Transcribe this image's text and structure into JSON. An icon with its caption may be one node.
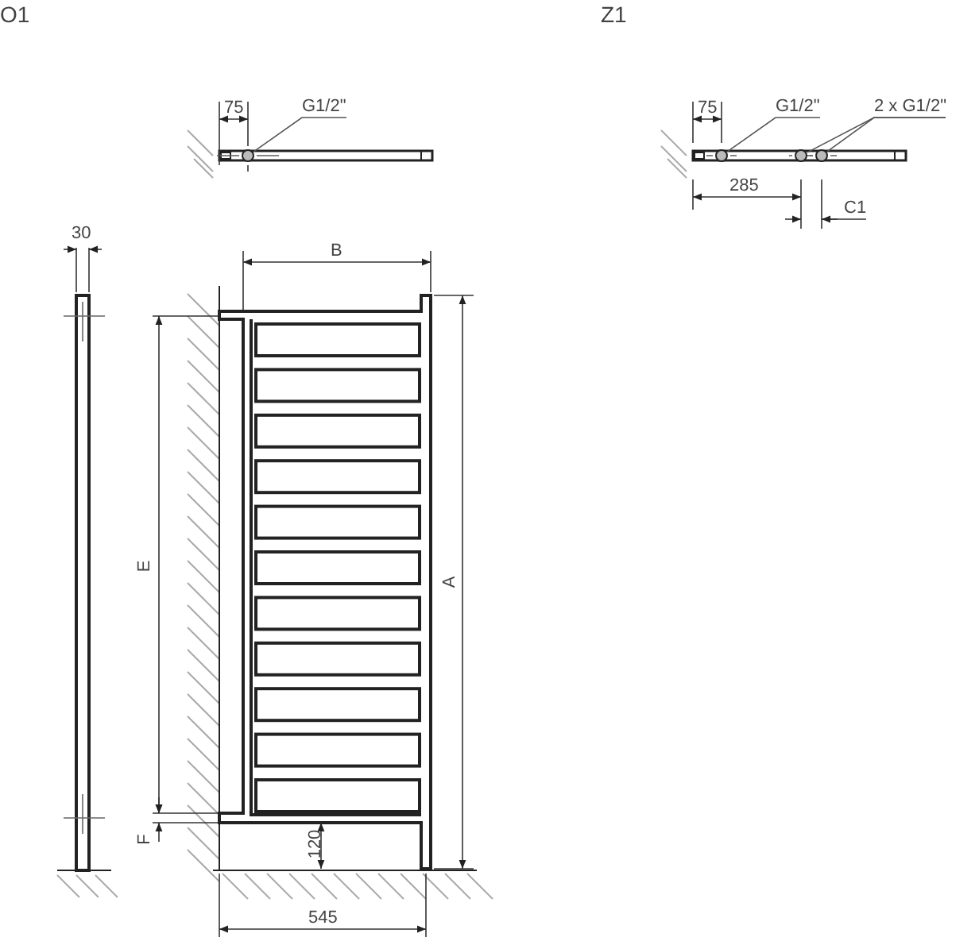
{
  "diagram": {
    "nodes": [
      {
        "text": [
          "G1/2\""
        ]
      },
      {
        "text": [],
        "shape": "circle"
      },
      {
        "text": [
          "G1/2\""
        ]
      },
      {
        "text": [
          "2 x G1/2\""
        ]
      },
      {
        "text": [],
        "shape": "circle"
      },
      {
        "text": [],
        "shape": "circle"
      },
      {
        "text": [],
        "shape": "circle"
      }
    ],
    "edges": [
      {
        "from": 0,
        "to": 1,
        "arrow": "none"
      },
      {
        "from": 2,
        "to": 4,
        "arrow": "none"
      },
      {
        "from": 3,
        "to": 5,
        "arrow": "none"
      },
      {
        "from": 3,
        "to": 6,
        "arrow": "none"
      }
    ],
    "labels": [
      "O1",
      "Z1",
      "75",
      "75",
      "285",
      "C1",
      "30",
      "B",
      "E",
      "A",
      "F",
      "120",
      "545"
    ]
  }
}
